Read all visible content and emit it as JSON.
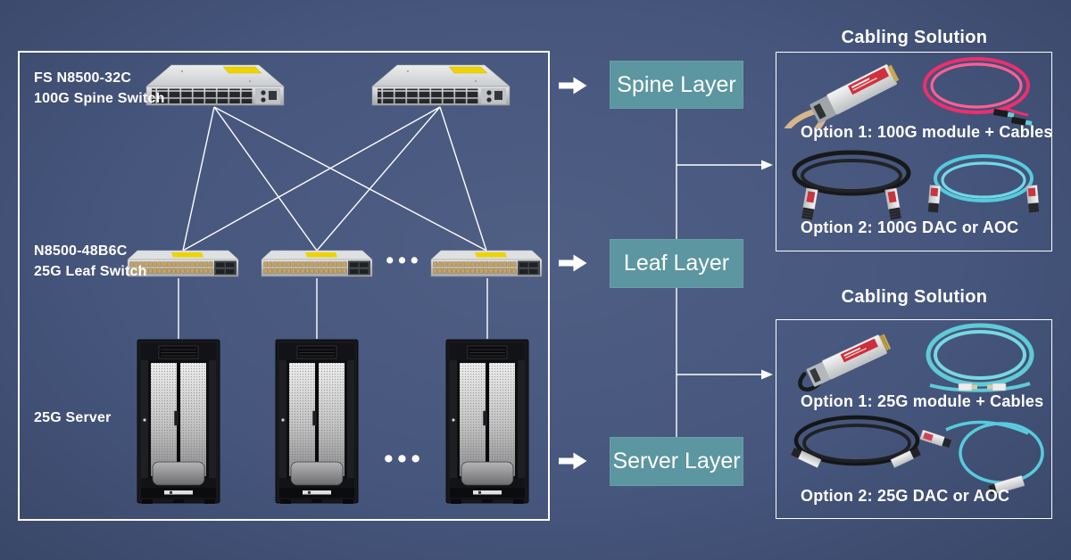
{
  "colors": {
    "background": "#46567d",
    "layer_box_teal": "#5c96a0",
    "panel_border": "#ffffff",
    "text": "#ffffff",
    "cable_pink": "#ee2e6e",
    "cable_aqua": "#5ecbdd",
    "cable_black": "#17181a",
    "module_label_red": "#d0303e",
    "switch_sticker_yellow": "#eed300"
  },
  "topology": {
    "spine_device": {
      "line1": "FS N8500-32C",
      "line2": "100G Spine Switch"
    },
    "leaf_device": {
      "line1": "N8500-48B6C",
      "line2": "25G Leaf Switch"
    },
    "server_device": {
      "label": "25G Server"
    },
    "ellipsis": "•••"
  },
  "layers": {
    "spine": "Spine Layer",
    "leaf": "Leaf Layer",
    "server": "Server Layer"
  },
  "cabling": [
    {
      "title": "Cabling Solution",
      "option1": "Option 1: 100G module + Cables",
      "option2": "Option 2: 100G DAC or AOC"
    },
    {
      "title": "Cabling Solution",
      "option1": "Option 1: 25G module + Cables",
      "option2": "Option 2: 25G DAC or AOC"
    }
  ]
}
